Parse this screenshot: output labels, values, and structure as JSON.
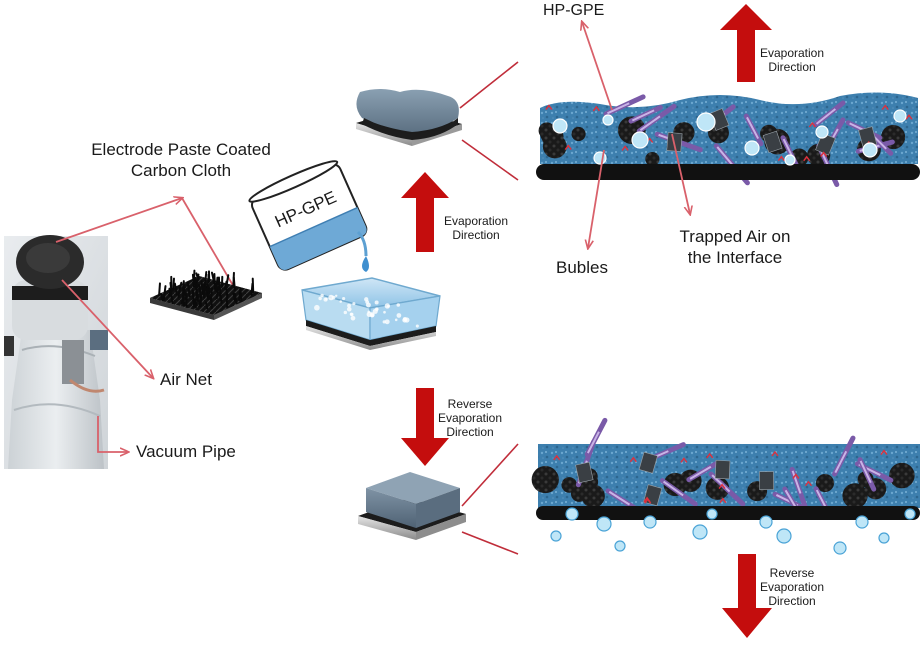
{
  "labels": {
    "electrode_paste": [
      "Electrode Paste Coated",
      "Carbon Cloth"
    ],
    "air_net": "Air Net",
    "vacuum_pipe": "Vacuum Pipe",
    "beaker_text": "HP-GPE",
    "hp_gpe_top": "HP-GPE",
    "bubles": "Bubles",
    "trapped_air": [
      "Trapped Air on",
      "the Interface"
    ],
    "evap_mid": [
      "Evaporation",
      "Direction"
    ],
    "evap_top": [
      "Evaporation",
      "Direction"
    ],
    "reverse_mid": [
      "Reverse",
      "Evaporation",
      "Direction"
    ],
    "reverse_bottom": [
      "Reverse",
      "Evaporation",
      "Direction"
    ]
  },
  "colors": {
    "arrow_red": "#c40d0d",
    "pointer_pink": "#d9616b",
    "gel_blue": "#3d7fae",
    "gel_grey_top": "#6f8597",
    "gel_grey_bottom": "#5f7385",
    "carbon_black": "#141414",
    "bubble": "#bfe6f7",
    "fiber_purple": "#7a5aa8"
  }
}
